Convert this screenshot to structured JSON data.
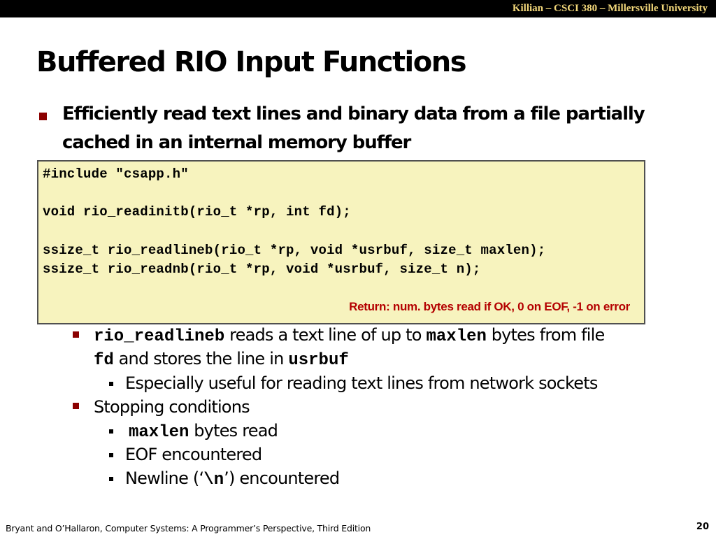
{
  "header": {
    "text": "Killian – CSCI 380 – Millersville University"
  },
  "slide": {
    "title": "Buffered RIO Input Functions",
    "main_bullet": {
      "line1": "Efficiently read text lines and binary data from a file partially",
      "line2": "cached in an internal memory buffer"
    },
    "code": {
      "lines": [
        "#include \"csapp.h\"",
        "void rio_readinitb(rio_t *rp, int fd);",
        "ssize_t rio_readlineb(rio_t *rp, void *usrbuf, size_t maxlen);",
        "ssize_t rio_readnb(rio_t *rp, void *usrbuf, size_t n);"
      ],
      "return_note": "Return: num. bytes read if OK, 0 on EOF, -1 on error"
    },
    "sub1": {
      "code1": "rio_readlineb",
      "text1": " reads a text line of up to ",
      "code2": "maxlen",
      "text2": " bytes from file",
      "code3": "fd",
      "text3": " and stores the line in ",
      "code4": "usrbuf",
      "subsub": "Especially useful for reading text lines from network sockets"
    },
    "sub2": {
      "label": "Stopping conditions",
      "items": [
        {
          "code": "maxlen",
          "text": " bytes read"
        },
        {
          "text": "EOF encountered"
        },
        {
          "prefix": "Newline (‘",
          "code": "\\n",
          "suffix": "’) encountered"
        }
      ]
    }
  },
  "footer": {
    "citation": "Bryant and O’Hallaron, Computer Systems: A Programmer’s Perspective, Third Edition",
    "page_number": "20"
  },
  "colors": {
    "header_bg": "#000000",
    "header_text": "#f2d77a",
    "bullet_accent": "#8b0000",
    "code_bg": "#f7f3be",
    "return_note": "#b40000"
  }
}
